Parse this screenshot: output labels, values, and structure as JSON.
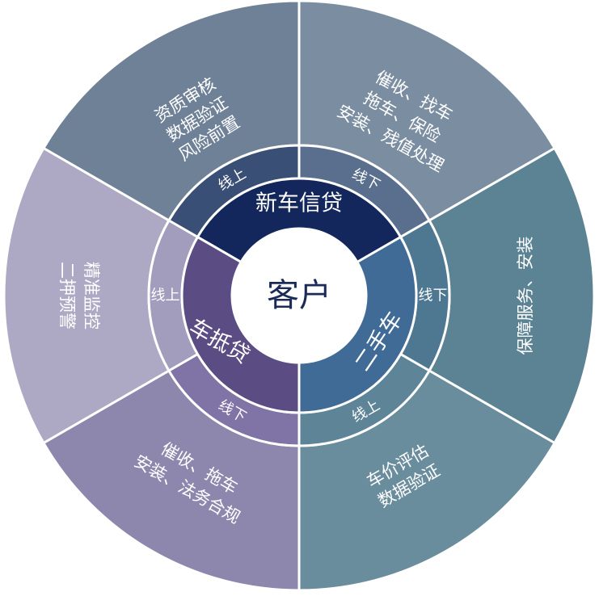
{
  "center": {
    "label": "客户"
  },
  "segments": [
    {
      "id": "new-car-credit",
      "label": "新车信贷",
      "color_inner": "#13275c",
      "channels": [
        {
          "id": "online",
          "label": "线上",
          "color_ring": "#3a4f75",
          "color_outer": "#6f8197",
          "lines": [
            "资质审核",
            "数据验证",
            "风险前置"
          ]
        },
        {
          "id": "offline",
          "label": "线下",
          "color_ring": "#5a6f8d",
          "color_outer": "#7b8ea1",
          "lines": [
            "催收、找车",
            "拖车、保险",
            "安装、残值处理"
          ]
        }
      ]
    },
    {
      "id": "used-car",
      "label": "二手车",
      "color_inner": "#3f6b96",
      "channels": [
        {
          "id": "offline",
          "label": "线下",
          "color_ring": "#4e7892",
          "color_outer": "#5c8393",
          "lines": [
            "保障服务、安装"
          ]
        },
        {
          "id": "online",
          "label": "线上",
          "color_ring": "#5d8497",
          "color_outer": "#6a8d9e",
          "lines": [
            "车价评估",
            "数据验证"
          ]
        }
      ]
    },
    {
      "id": "car-mortgage-loan",
      "label": "车抵贷",
      "color_inner": "#5b4d84",
      "channels": [
        {
          "id": "offline",
          "label": "线下",
          "color_ring": "#8073a6",
          "color_outer": "#8d87ae",
          "lines": [
            "催收、拖车",
            "安装、法务合规"
          ]
        },
        {
          "id": "online",
          "label": "线上",
          "color_ring": "#a29cbd",
          "color_outer": "#ada9c4",
          "lines": [
            "精准监控",
            "二押预警"
          ]
        }
      ]
    }
  ]
}
